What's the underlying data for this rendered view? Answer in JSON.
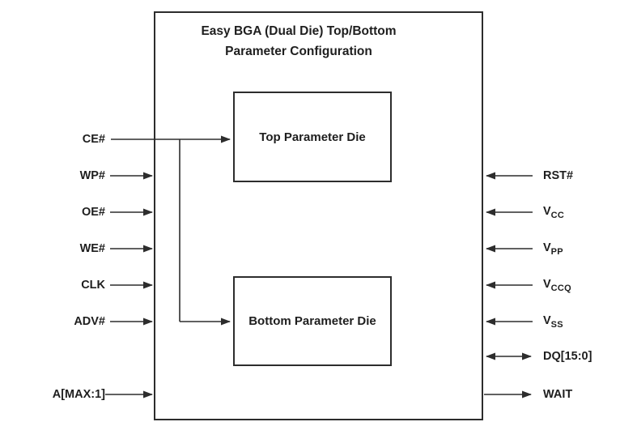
{
  "title": {
    "line1": "Easy BGA (Dual Die) Top/Bottom",
    "line2": "Parameter Configuration"
  },
  "blocks": {
    "top_die": "Top Parameter Die",
    "bottom_die": "Bottom Parameter Die"
  },
  "signals": {
    "left": [
      {
        "label": "CE#",
        "direction": "input",
        "target": "top and bottom parameter dies"
      },
      {
        "label": "WP#",
        "direction": "input"
      },
      {
        "label": "OE#",
        "direction": "input"
      },
      {
        "label": "WE#",
        "direction": "input"
      },
      {
        "label": "CLK",
        "direction": "input"
      },
      {
        "label": "ADV#",
        "direction": "input"
      },
      {
        "label": "A[MAX:1]",
        "direction": "input"
      }
    ],
    "right": [
      {
        "main": "RST#",
        "sub": "",
        "direction": "input"
      },
      {
        "main": "V",
        "sub": "CC",
        "direction": "input"
      },
      {
        "main": "V",
        "sub": "PP",
        "direction": "input"
      },
      {
        "main": "V",
        "sub": "CCQ",
        "direction": "input"
      },
      {
        "main": "V",
        "sub": "SS",
        "direction": "input"
      },
      {
        "main": "DQ[15:0]",
        "sub": "",
        "direction": "bidirectional"
      },
      {
        "main": "WAIT",
        "sub": "",
        "direction": "output"
      }
    ]
  },
  "colors": {
    "background": "#ffffff",
    "line": "#2d2d2d",
    "text": "#1e1e1e"
  }
}
